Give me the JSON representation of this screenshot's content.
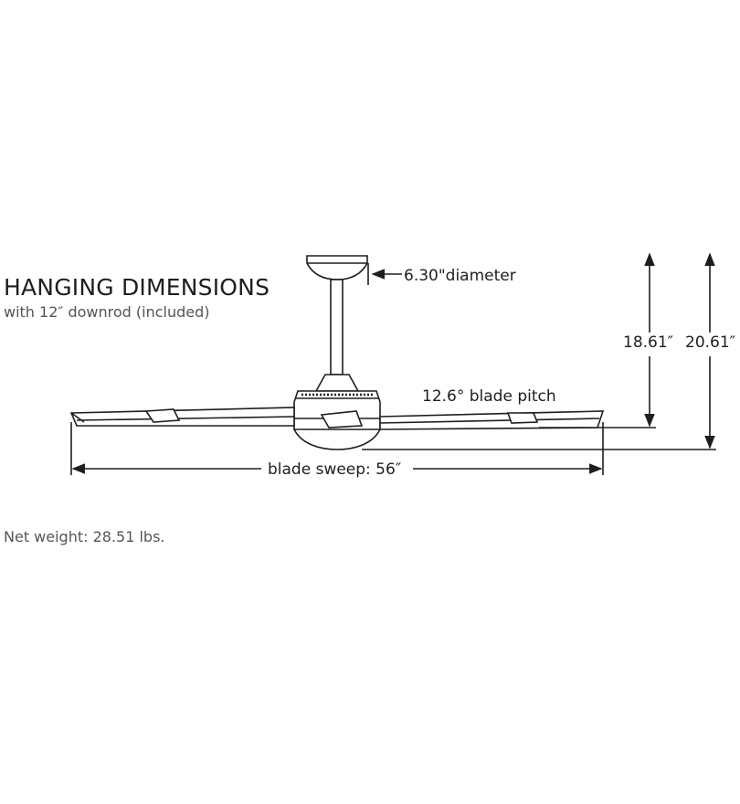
{
  "heading": {
    "title": "HANGING DIMENSIONS",
    "subtitle": "with 12″ downrod (included)"
  },
  "dimensions": {
    "canopy": "6.30\"diameter",
    "blade_pitch": "12.6° blade pitch",
    "height_fan": "18.61″",
    "height_total": "20.61″",
    "blade_sweep": "blade sweep: 56″"
  },
  "footer": {
    "net_weight": "Net weight: 28.51 lbs."
  }
}
